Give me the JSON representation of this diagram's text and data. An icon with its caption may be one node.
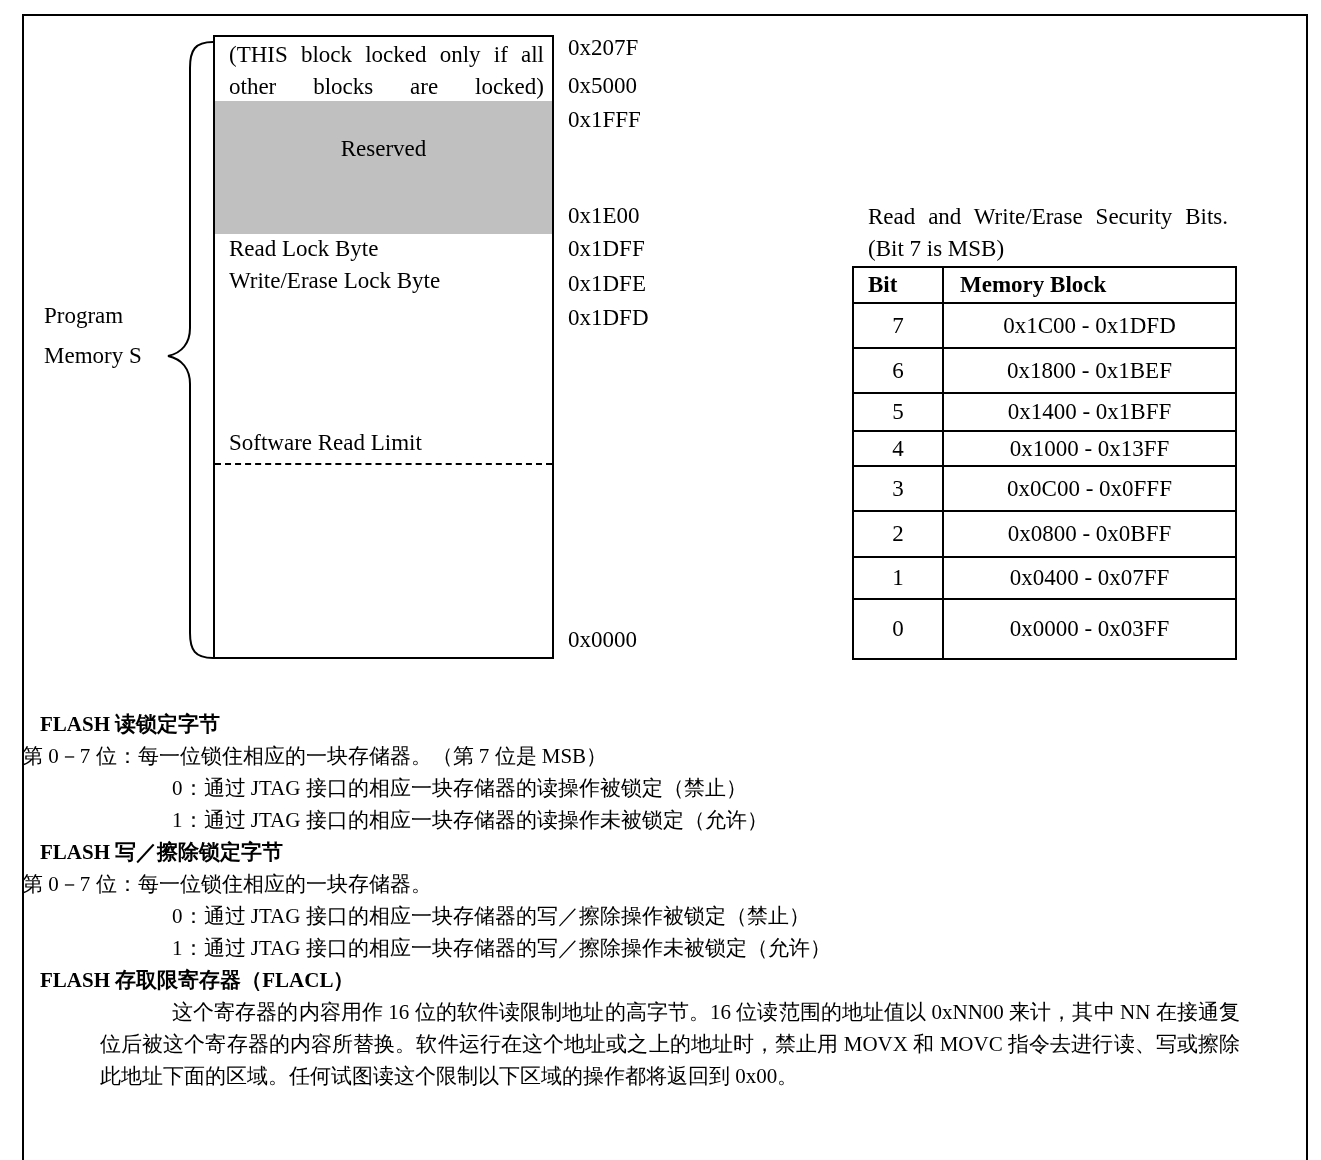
{
  "diagram": {
    "nodes": [
      {
        "text": [
          "(THIS block locked only if all other blocks are locked)"
        ]
      },
      {
        "text": [
          "Reserved"
        ]
      },
      {
        "text": [
          "Read Lock Byte"
        ]
      },
      {
        "text": [
          "Write/Erase Lock Byte"
        ]
      },
      {
        "text": [
          "Software Read Limit"
        ]
      }
    ],
    "labels": [
      "0x207F",
      "0x5000",
      "0x1FFF",
      "0x1E00",
      "0x1DFF",
      "0x1DFE",
      "0x1DFD",
      "0x0000",
      "Program Memory S",
      "Read and Write/Erase Security Bits.(Bit 7 is MSB)",
      "Bit",
      "Memory Block",
      "7",
      "0x1C00 - 0x1DFD",
      "6",
      "0x1800 - 0x1BEF",
      "5",
      "0x1400 - 0x1BFF",
      "4",
      "0x1000 - 0x13FF",
      "3",
      "0x0C00 - 0x0FFF",
      "2",
      "0x0800 - 0x0BFF",
      "1",
      "0x0400 - 0x07FF",
      "0",
      "0x0000 - 0x03FF",
      "FLASH 读锁定字节",
      "第 0－7 位：每一位锁住相应的一块存储器。（第 7 位是 MSB）",
      "0：通过 JTAG 接口的相应一块存储器的读操作被锁定（禁止）",
      "1：通过 JTAG 接口的相应一块存储器的读操作未被锁定（允许）",
      "FLASH 写／擦除锁定字节",
      "第 0－7 位：每一位锁住相应的一块存储器。",
      "0：通过 JTAG 接口的相应一块存储器的写／擦除操作被锁定（禁止）",
      "1：通过 JTAG 接口的相应一块存储器的写／擦除操作未被锁定（允许）",
      "FLASH 存取限寄存器（FLACL）",
      "这个寄存器的内容用作 16 位的软件读限制地址的高字节。16 位读范围的地址值以 0xNN00 来计，其中 NN 在接通复位后被这个寄存器的内容所替换。软件运行在这个地址或之上的地址时，禁止用 MOVX 和 MOVC 指令去进行读、写或擦除此地址下面的区域。任何试图读这个限制以下区域的操作都将返回到 0x00。"
    ]
  }
}
